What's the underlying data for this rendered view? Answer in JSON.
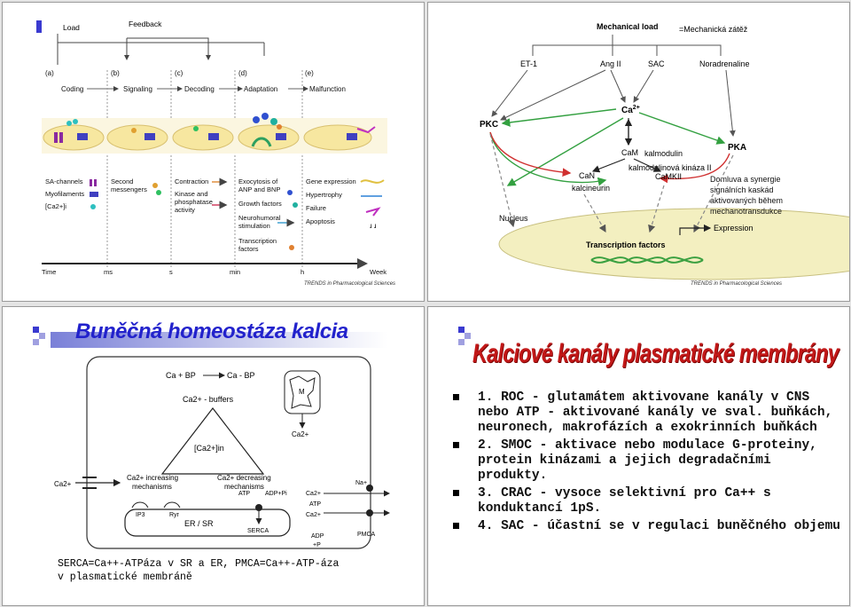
{
  "slide1": {
    "load": "Load",
    "feedback": "Feedback",
    "stages": [
      {
        "letter": "(a)",
        "name": "Coding"
      },
      {
        "letter": "(b)",
        "name": "Signaling"
      },
      {
        "letter": "(c)",
        "name": "Decoding"
      },
      {
        "letter": "(d)",
        "name": "Adaptation"
      },
      {
        "letter": "(e)",
        "name": "Malfunction"
      }
    ],
    "col_a": [
      "SA-channels",
      "Myofilaments",
      "[Ca2+]i"
    ],
    "col_b": [
      "Second",
      "messengers"
    ],
    "col_c": [
      "Contraction",
      "Kinase and",
      "phosphatase",
      "activity"
    ],
    "col_d": [
      "Exocytosis of",
      "ANP and BNP",
      "Growth factors",
      "Neurohumoral",
      "stimulation",
      "Transcription",
      "factors"
    ],
    "col_e": [
      "Gene expression",
      "Hypertrophy",
      "Failure",
      "Apoptosis"
    ],
    "timeline": [
      "Time",
      "ms",
      "s",
      "min",
      "h",
      "Week"
    ],
    "credit": "TRENDS in Pharmacological Sciences"
  },
  "slide2": {
    "mechanical_load": "Mechanical load",
    "mechanical_note": "=Mechanická zátěž",
    "et1": "ET-1",
    "ang2": "Ang II",
    "sac": "SAC",
    "noradrenaline": "Noradrenaline",
    "ca_main": "Ca",
    "ca_sup": "2+",
    "pkc": "PKC",
    "pka": "PKA",
    "cam": "CaM",
    "can": "CaN",
    "camkii": "CaMKII",
    "kalmodulin": "kalmodulin",
    "kalmodulin_kinase": "kalmodulinová kináza II",
    "kalcineurin": "kalcineurin",
    "note": [
      "Domluva a synergie",
      "signálních kaskád",
      "aktivovaných během",
      "mechanotransdukce"
    ],
    "nucleus": "Nucleus",
    "transcription": "Transcription factors",
    "expression": "Expression",
    "credit": "TRENDS in Pharmacological Sciences"
  },
  "slide3": {
    "title": "Buněčná homeostáza kalcia",
    "ca_bp": "Ca + BP",
    "ca_bp2": "Ca - BP",
    "buffers": "Ca2+ - buffers",
    "ca_in": "[Ca2+]in",
    "m": "M",
    "mito_ca": "Ca2+",
    "increasing": [
      "Ca2+ increasing",
      "mechanisms"
    ],
    "decreasing": [
      "Ca2+ decreasing",
      "mechanisms"
    ],
    "ca_outside": "Ca2+",
    "ip3": "IP3",
    "ryr": "Ryr",
    "er_sr": "ER / SR",
    "atp": "ATP",
    "adp_pi": "ADP+Pi",
    "serca": "SERCA",
    "na": "Na+",
    "ca_exch1": "Ca2+",
    "atp2": "ATP",
    "ca_exch2": "Ca2+",
    "adp_p": [
      "ADP",
      "+P"
    ],
    "pmca": "PMCA",
    "caption": [
      "SERCA=Ca++-ATPáza v SR a ER, PMCA=Ca++-ATP-áza",
      "v plasmatické membráně"
    ]
  },
  "slide4": {
    "title": "Kalciové kanály plasmatické membrány",
    "bullets": [
      "1. ROC - glutamátem aktivovane kanály v CNS nebo ATP - aktivované kanály ve sval. buňkách, neuronech, makrofázích a exokrinních buňkách",
      "2. SMOC - aktivace nebo modulace G-proteiny, protein kinázami a jejich degradačními produkty.",
      "3. CRAC - vysoce selektivní pro Ca++ s konduktancí 1pS.",
      "4. SAC - účastní se v regulaci buněčného objemu"
    ]
  }
}
